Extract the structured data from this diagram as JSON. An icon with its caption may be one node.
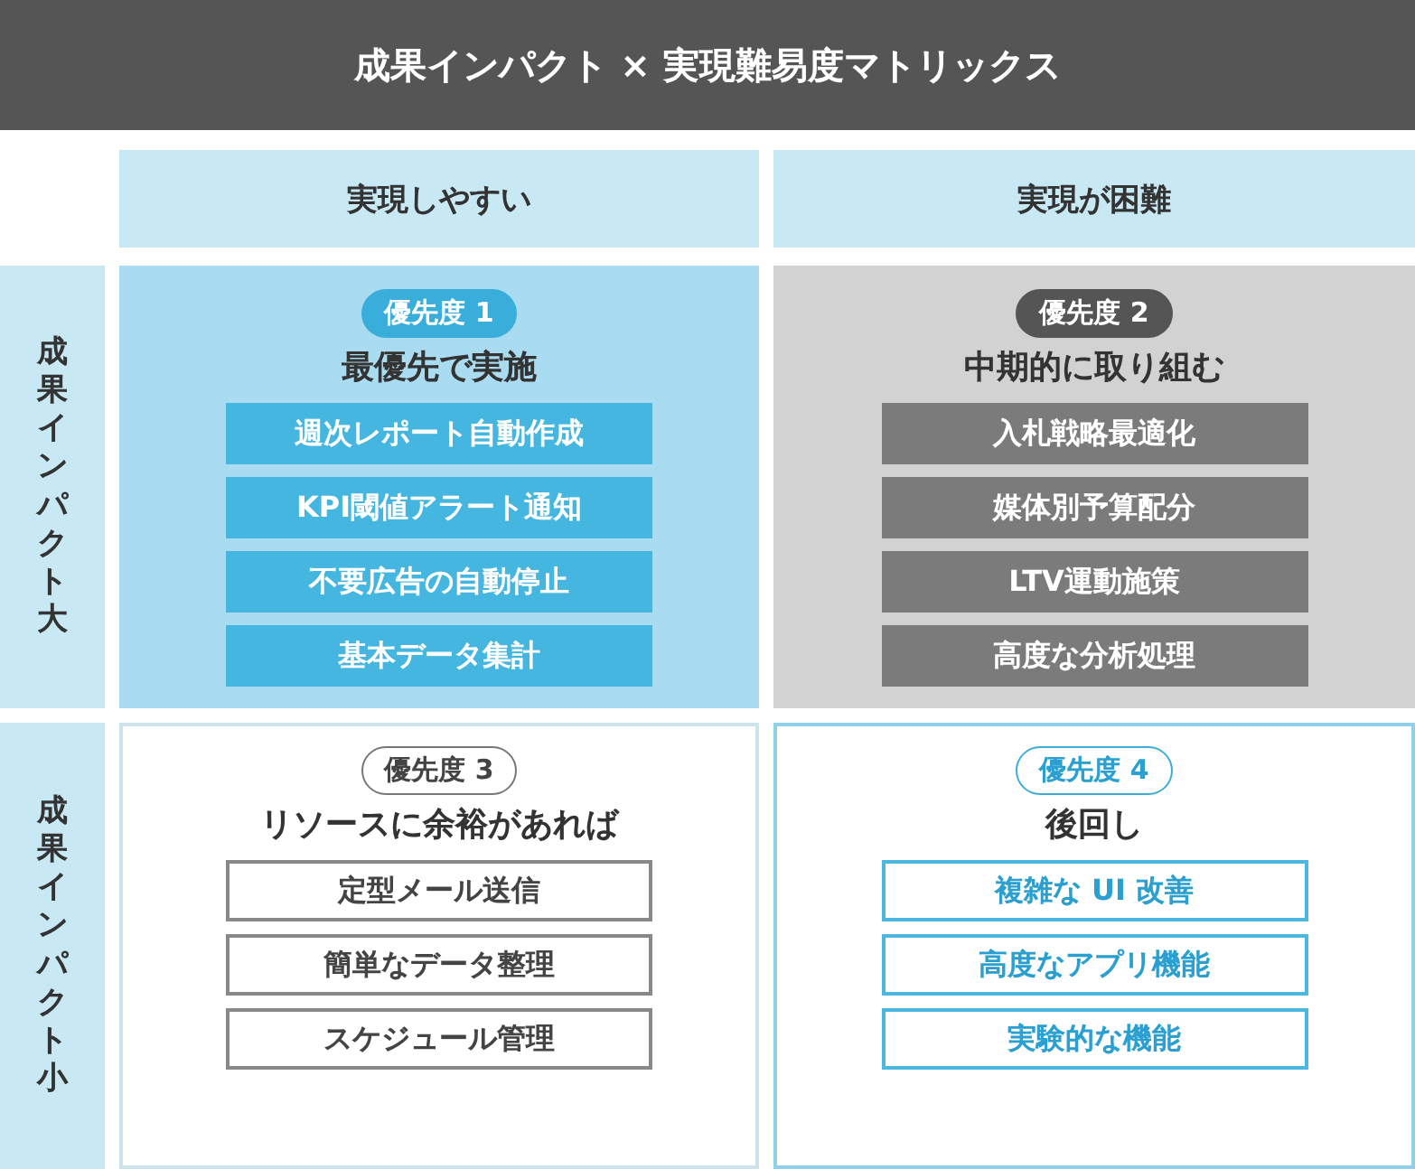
{
  "diagram": {
    "title": "成果インパクト × 実現難易度マトリックス",
    "nodes": [
      {
        "text": [
          "実現しやすい"
        ]
      },
      {
        "text": [
          "実現が困難"
        ]
      },
      {
        "text": [
          "成果インパクト大"
        ]
      },
      {
        "text": [
          "優先度 1",
          "最優先で実施"
        ]
      },
      {
        "text": [
          "週次レポート自動作成"
        ],
        "in": 3
      },
      {
        "text": [
          "KPI閾値アラート通知"
        ],
        "in": 3
      },
      {
        "text": [
          "不要広告の自動停止"
        ],
        "in": 3
      },
      {
        "text": [
          "基本データ集計"
        ],
        "in": 3
      },
      {
        "text": [
          "優先度 2",
          "中期的に取り組む"
        ]
      },
      {
        "text": [
          "入札戦略最適化"
        ],
        "in": 8
      },
      {
        "text": [
          "媒体別予算配分"
        ],
        "in": 8
      },
      {
        "text": [
          "LTV運動施策"
        ],
        "in": 8
      },
      {
        "text": [
          "高度な分析処理"
        ],
        "in": 8
      },
      {
        "text": [
          "成果インパクト小"
        ]
      },
      {
        "text": [
          "優先度 3",
          "リソースに余裕があれば"
        ]
      },
      {
        "text": [
          "定型メール送信"
        ],
        "in": 14
      },
      {
        "text": [
          "簡単なデータ整理"
        ],
        "in": 14
      },
      {
        "text": [
          "スケジュール管理"
        ],
        "in": 14
      },
      {
        "text": [
          "優先度 4",
          "後回し"
        ]
      },
      {
        "text": [
          "複雑な UI 改善"
        ],
        "in": 18
      },
      {
        "text": [
          "高度なアプリ機能"
        ],
        "in": 18
      },
      {
        "text": [
          "実験的な機能"
        ],
        "in": 18
      }
    ]
  }
}
